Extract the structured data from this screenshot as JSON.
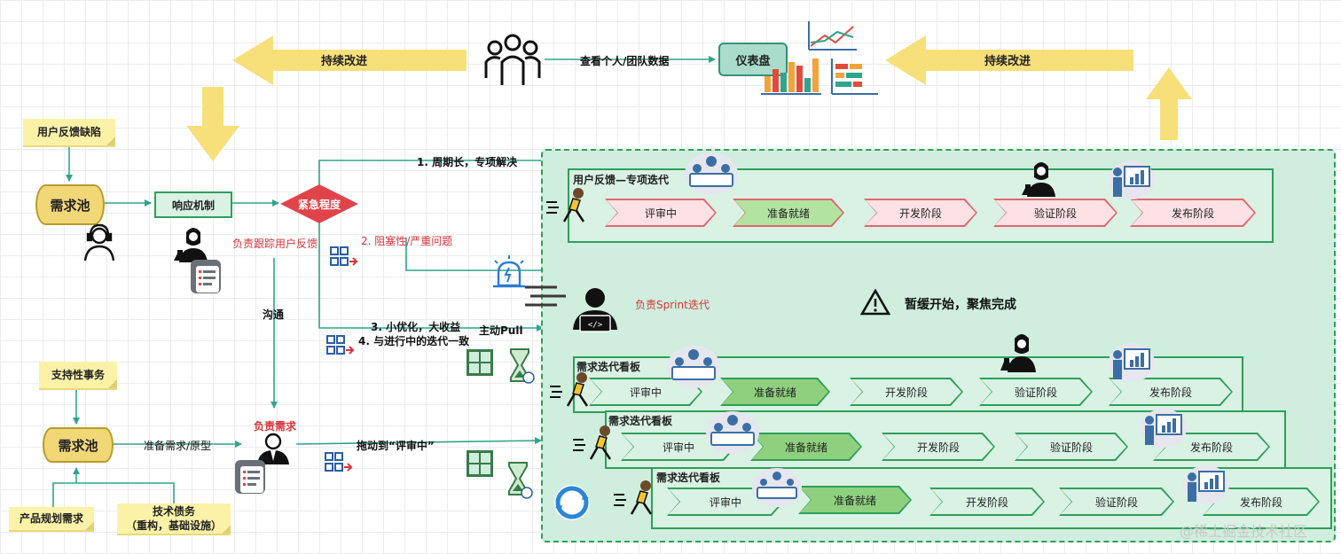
{
  "top": {
    "improve_left": "持续改进",
    "improve_right": "持续改进",
    "view_data": "查看个人/团队数据",
    "dashboard": "仪表盘"
  },
  "left_upper": {
    "sticky_feedback": "用户反馈缺陷",
    "pool": "需求池",
    "response": "响应机制",
    "urgency": "紧急程度",
    "tracking": "负责跟踪用户反馈",
    "communicate": "沟通"
  },
  "branches": {
    "b1": "1. 周期长，专项解决",
    "b2": "2. 阻塞性/严重问题",
    "b3a": "3. 小优化，大收益",
    "b3b": "4. 与进行中的迭代一致",
    "pull": "主动Pull",
    "sprint_owner": "负责Sprint迭代",
    "drag": "拖动到“评审中”"
  },
  "left_lower": {
    "sticky_support": "支持性事务",
    "pool": "需求池",
    "prepare": "准备需求/原型",
    "owner": "负责需求",
    "sticky_product": "产品规划需求",
    "sticky_tech_l1": "技术债务",
    "sticky_tech_l2": "（重构，基础设施）"
  },
  "panel": {
    "focus": "暂缓开始，聚焦完成",
    "board1": {
      "title": "用户反馈—专项迭代",
      "stages": [
        "评审中",
        "准备就绪",
        "开发阶段",
        "验证阶段",
        "发布阶段"
      ]
    },
    "board2": {
      "title": "需求迭代看板",
      "stages": [
        "评审中",
        "准备就绪",
        "开发阶段",
        "验证阶段",
        "发布阶段"
      ]
    },
    "board3": {
      "title": "需求迭代看板",
      "stages": [
        "评审中",
        "准备就绪",
        "开发阶段",
        "验证阶段",
        "发布阶段"
      ]
    },
    "board4": {
      "title": "需求迭代看板",
      "stages": [
        "评审中",
        "准备就绪",
        "开发阶段",
        "验证阶段",
        "发布阶段"
      ]
    }
  },
  "watermark": "@稀土掘金技术社区",
  "colors": {
    "arrow_yellow": "#f7e07a",
    "connector": "#2fa58b",
    "board_border": "#2f9e5a",
    "urgency_red": "#e0444a"
  }
}
